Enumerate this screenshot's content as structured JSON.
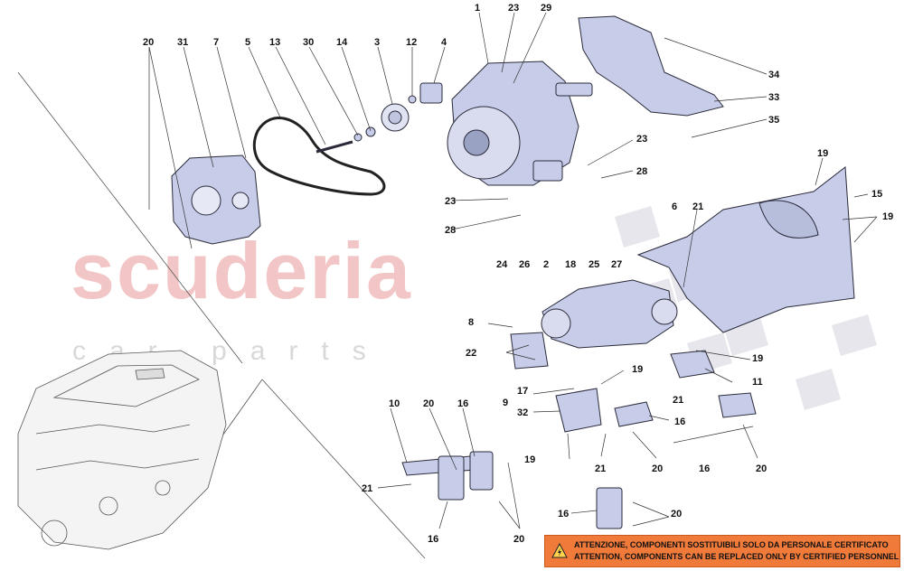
{
  "watermark": {
    "brand": "scuderia",
    "sub": "car parts"
  },
  "warning": {
    "line_it": "ATTENZIONE, COMPONENTI SOSTITUIBILI SOLO DA PERSONALE CERTIFICATO",
    "line_en": "ATTENTION, COMPONENTS CAN BE REPLACED ONLY BY CERTIFIED PERSONNEL",
    "icon": "lightning-warning-icon"
  },
  "colors": {
    "part_fill": "#c7cde9",
    "part_stroke": "#2a2a3a",
    "watermark_red": "#f2c6c6",
    "warning_orange": "#f07a3a"
  },
  "callouts": {
    "c1": "1",
    "c23a": "23",
    "c29": "29",
    "c20a": "20",
    "c31": "31",
    "c7": "7",
    "c5": "5",
    "c13": "13",
    "c30": "30",
    "c14": "14",
    "c3": "3",
    "c12": "12",
    "c4": "4",
    "c34": "34",
    "c33": "33",
    "c35": "35",
    "c23b": "23",
    "c28a": "28",
    "c23c": "23",
    "c28b": "28",
    "c19a": "19",
    "c15": "15",
    "c6": "6",
    "c21a": "21",
    "c19b": "19",
    "c24": "24",
    "c26": "26",
    "c2": "2",
    "c18": "18",
    "c25": "25",
    "c27": "27",
    "c8": "8",
    "c22": "22",
    "c19c": "19",
    "c11": "11",
    "c21b": "21",
    "c9": "9",
    "c17": "17",
    "c32": "32",
    "c19d": "19",
    "c16a": "16",
    "c19e": "19",
    "c21c": "21",
    "c20b": "20",
    "c16b": "16",
    "c20c": "20",
    "c10": "10",
    "c20d": "20",
    "c16c": "16",
    "c21d": "21",
    "c16d": "16",
    "c20e": "20",
    "c16e": "16",
    "c20f": "20"
  }
}
